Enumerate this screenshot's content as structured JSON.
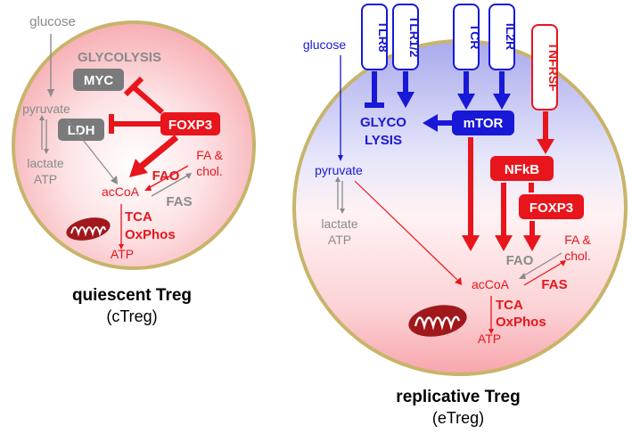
{
  "colors": {
    "red": "#e8151c",
    "blue": "#1818d8",
    "gray": "#8a8a8a",
    "dark_gray": "#7a7a7a",
    "cell_border": "#c8b46a",
    "mito": "#a0181c"
  },
  "quiescent": {
    "glucose": "glucose",
    "glycolysis": "GLYCOLYSIS",
    "myc": "MYC",
    "pyruvate": "pyruvate",
    "ldh": "LDH",
    "foxp3": "FOXP3",
    "lactate": "lactate",
    "atp_gray": "ATP",
    "fao": "FAO",
    "fa": "FA &",
    "chol": "chol.",
    "acoa": "acCoA",
    "fas": "FAS",
    "tca": "TCA",
    "oxphos": "OxPhos",
    "atp": "ATP",
    "title": "quiescent Treg",
    "subtitle": "(cTreg)"
  },
  "replicative": {
    "glucose": "glucose",
    "tlr8": "TLR8",
    "tlr12": "TLR1/2",
    "tcr": "TCR",
    "il2r": "IL2R",
    "tnfrsf": "TNFRSF",
    "glyco": "GLYCO",
    "lysis": "LYSIS",
    "mtor": "mTOR",
    "pyruvate": "pyruvate",
    "nfkb": "NFkB",
    "foxp3": "FOXP3",
    "lactate": "lactate",
    "atp_gray": "ATP",
    "fa": "FA &",
    "chol": "chol.",
    "fao": "FAO",
    "acoa": "acCoA",
    "fas": "FAS",
    "tca": "TCA",
    "oxphos": "OxPhos",
    "atp": "ATP",
    "title": "replicative Treg",
    "subtitle": "(eTreg)"
  }
}
